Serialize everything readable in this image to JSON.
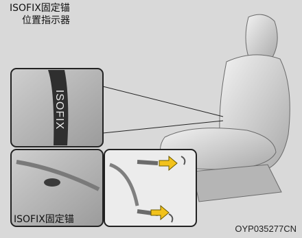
{
  "labels": {
    "indicator_line1": "ISOFIX固定锚",
    "indicator_line2": "位置指示器",
    "anchor": "ISOFIX固定锚",
    "tag_text": "ISOFIX"
  },
  "figure_code": "OYP035277CN"
}
